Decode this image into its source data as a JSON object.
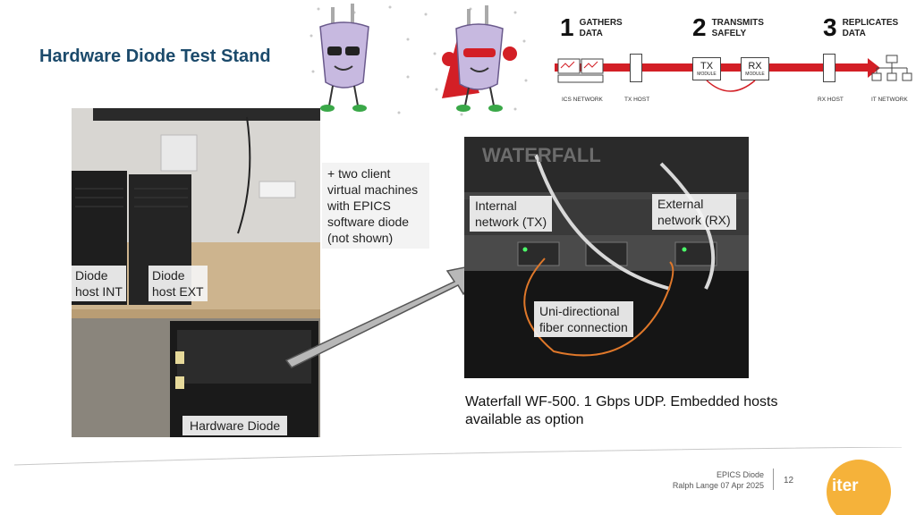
{
  "slide": {
    "title": "Hardware Diode Test Stand"
  },
  "process": {
    "steps": [
      {
        "num": "1",
        "label": "GATHERS\nDATA"
      },
      {
        "num": "2",
        "label": "TRANSMITS\nSAFELY"
      },
      {
        "num": "3",
        "label": "REPLICATES\nDATA"
      }
    ],
    "tx_module": {
      "label": "TX",
      "sub": "MODULE"
    },
    "rx_module": {
      "label": "RX",
      "sub": "MODULE"
    },
    "network_labels": [
      "ICS NETWORK",
      "TX HOST",
      "RX HOST",
      "IT NETWORK"
    ],
    "flow_color": "#d31f26"
  },
  "left_photo": {
    "labels": {
      "host_int": "Diode\nhost INT",
      "host_ext": "Diode\nhost EXT",
      "hardware_diode": "Hardware Diode"
    }
  },
  "note": "+ two client virtual machines with EPICS software diode (not shown)",
  "right_photo": {
    "brand": "WATERFALL",
    "labels": {
      "internal": "Internal\nnetwork (TX)",
      "external": "External\nnetwork (RX)",
      "fiber": "Uni-directional\nfiber connection"
    }
  },
  "caption": "Waterfall WF-500. 1 Gbps UDP. Embedded hosts available as option",
  "footer": {
    "line1": "EPICS Diode",
    "line2": "Ralph Lange  07 Apr 2025",
    "page": "12",
    "logo_text": "iter",
    "logo_color": "#f5b23a"
  }
}
